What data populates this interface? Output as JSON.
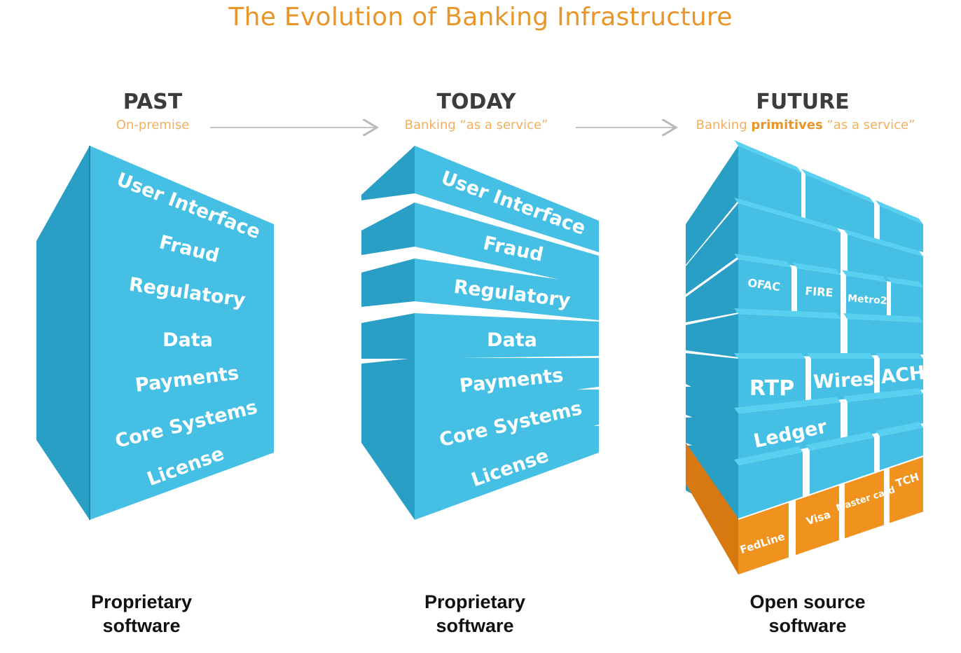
{
  "title": "The Evolution of Banking Infrastructure",
  "columns": [
    {
      "era": "PAST",
      "subtitle": "On-premise",
      "layers": [
        "User Interface",
        "Fraud",
        "Regulatory",
        "Data",
        "Payments",
        "Core Systems",
        "License"
      ],
      "caption_line1": "Proprietary",
      "caption_line2": "software"
    },
    {
      "era": "TODAY",
      "subtitle": "Banking “as a service”",
      "layers": [
        "User Interface",
        "Fraud",
        "Regulatory",
        "Data",
        "Payments",
        "Core Systems",
        "License"
      ],
      "caption_line1": "Proprietary",
      "caption_line2": "software"
    },
    {
      "era": "FUTURE",
      "subtitle_pre": "Banking ",
      "subtitle_bold": "primitives",
      "subtitle_post": " “as a service”",
      "blocks": [
        "OFAC",
        "FIRE",
        "Metro2",
        "RTP",
        "Wires",
        "ACH",
        "Ledger"
      ],
      "rails": [
        "FedLine",
        "Visa",
        "Master card",
        "TCH"
      ],
      "caption_line1": "Open source",
      "caption_line2": "software"
    }
  ],
  "colors": {
    "title": "#e8962a",
    "block_front": "#45c0e4",
    "block_side": "#2a9fc6",
    "block_top": "#5ad0f0",
    "rail_front": "#f0921e",
    "rail_side": "#d77910"
  }
}
